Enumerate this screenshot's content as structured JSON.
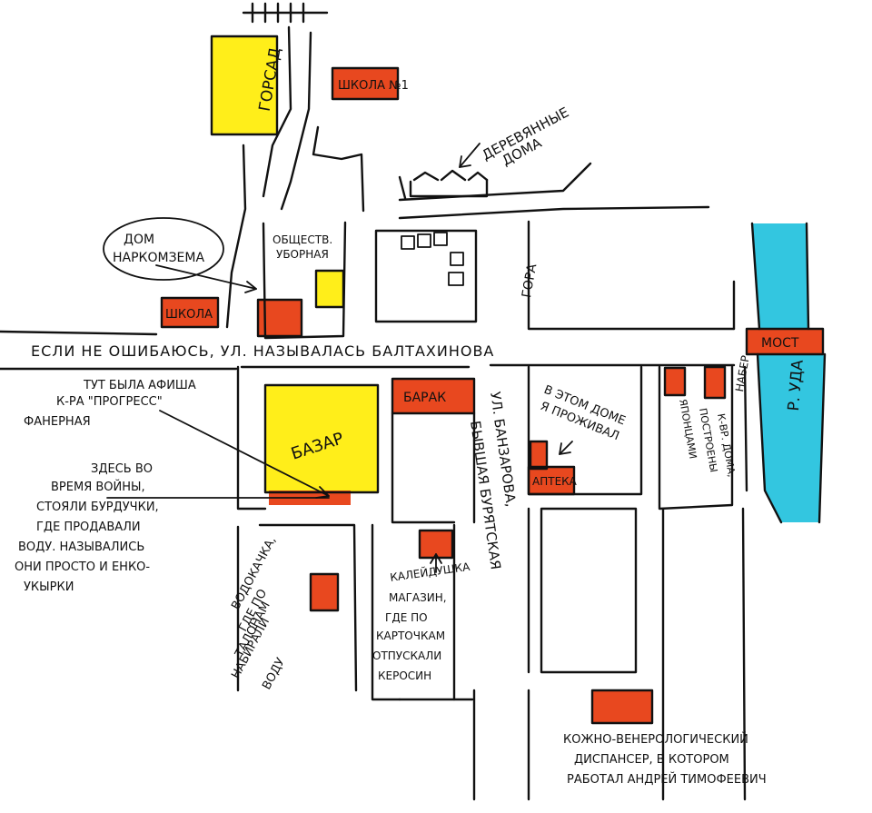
{
  "labels": {
    "gorsad": "ГОРСАД",
    "school1": "ШКОЛА №1",
    "wooden_houses": "ДЕРЕВЯННЫЕ ДОМА",
    "narkom_house": "ДОМ НАРКОМЗЕМА",
    "toilet_1": "ОБЩЕСТВ.",
    "toilet_2": "УБОРНАЯ",
    "school": "ШКОЛА",
    "gora": "ГОРА",
    "street_main": "ЕСЛИ НЕ ОШИБАЮСЬ, УЛ. НАЗЫВАЛАСЬ БАЛТАХИНОВА",
    "most": "МОСТ",
    "river": "Р. УДА",
    "naberezh": "НАБЕР.",
    "afisha_1": "ТУТ БЫЛА АФИША",
    "afisha_2": "К-РА \"ПРОГРЕСС\"",
    "afisha_3": "ФАНЕРНАЯ",
    "bazar": "БАЗАР",
    "barak": "БАРАК",
    "street_vertical_1": "УЛ. БАНЗАРОВА,",
    "street_vertical_2": "БЫВШАЯ БУРЯТСКАЯ",
    "lived_1": "В ЭТОМ ДОМЕ",
    "lived_2": "Я ПРОЖИВАЛ",
    "apteka": "АПТЕКА",
    "japanese_1": "К-ВР. ДОМА,",
    "japanese_2": "ПОСТРОЕНЫ",
    "japanese_3": "ЯПОНЦАМИ",
    "war_1": "ЗДЕСЬ ВО",
    "war_2": "ВРЕМЯ ВОЙНЫ,",
    "war_3": "СТОЯЛИ БУРДУЧКИ,",
    "war_4": "ГДЕ ПРОДАВАЛИ",
    "war_5": "ВОДУ. НАЗЫВАЛИСЬ",
    "war_6": "ОНИ ПРОСТО И ЕНКО-",
    "war_7": "УКЫРКИ",
    "water_1": "ВОДОКАЧКА,",
    "water_2": "ГДЕ ПО",
    "water_3": "ТАЛОНАМ",
    "water_4": "НАБИРАЛИ",
    "water_5": "ВОДУ",
    "kero_1": "КАЛЕЙДУШКА",
    "kero_2": "МАГАЗИН,",
    "kero_3": "ГДЕ ПО",
    "kero_4": "КАРТОЧКАМ",
    "kero_5": "ОТПУСКАЛИ",
    "kero_6": "КЕРОСИН",
    "disp_1": "КОЖНО-ВЕНЕРОЛОГИЧЕСКИЙ",
    "disp_2": "ДИСПАНСЕР, В КОТОРОМ",
    "disp_3": "РАБОТАЛ АНДРЕЙ ТИМОФЕЕВИЧ"
  },
  "colors": {
    "yellow": "#ffee1a",
    "red": "#e8481f",
    "dark_red": "#c8321a",
    "river": "#33c6e0",
    "ink": "#111111"
  }
}
